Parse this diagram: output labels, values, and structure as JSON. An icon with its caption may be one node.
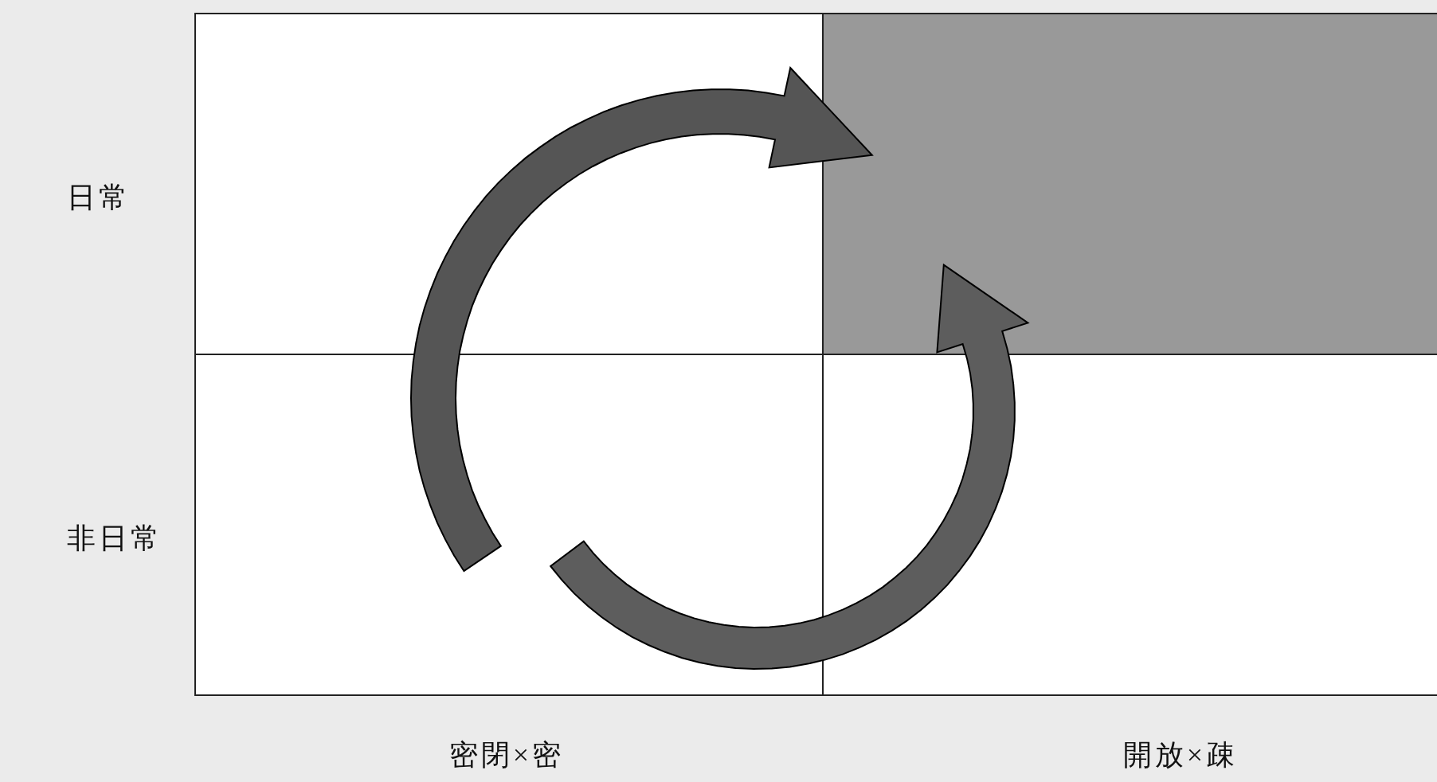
{
  "diagram": {
    "labels": [
      "日常",
      "非日常",
      "密閉×密",
      "開放×疎"
    ]
  }
}
